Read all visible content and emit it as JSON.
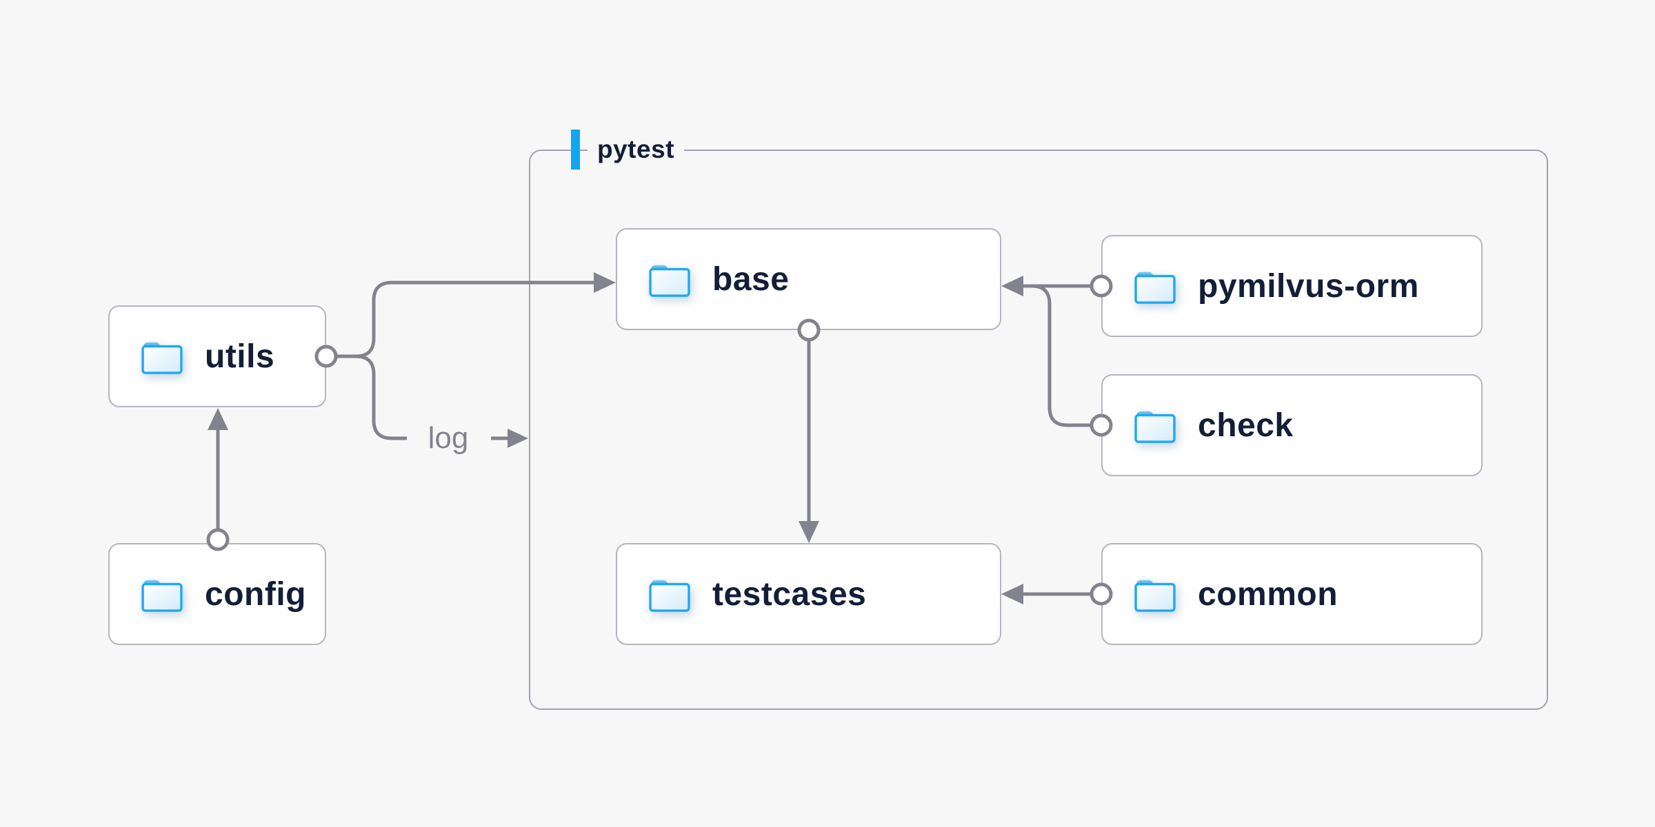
{
  "container": {
    "label": "pytest"
  },
  "nodes": {
    "utils": {
      "label": "utils"
    },
    "config": {
      "label": "config"
    },
    "base": {
      "label": "base"
    },
    "testcases": {
      "label": "testcases"
    },
    "pymilvus_orm": {
      "label": "pymilvus-orm"
    },
    "check": {
      "label": "check"
    },
    "common": {
      "label": "common"
    }
  },
  "edge_labels": {
    "log": "log"
  },
  "edges": [
    {
      "from": "config",
      "to": "utils"
    },
    {
      "from": "utils",
      "to": "base"
    },
    {
      "from": "utils",
      "to": "pytest",
      "label": "log"
    },
    {
      "from": "base",
      "to": "testcases"
    },
    {
      "from": "pymilvus-orm",
      "to": "base"
    },
    {
      "from": "check",
      "to": "base"
    },
    {
      "from": "common",
      "to": "testcases"
    }
  ],
  "icons": {
    "node_icon": "folder-icon"
  },
  "colors": {
    "background": "#f7f7f8",
    "node_background": "#ffffff",
    "node_border": "#b5b5c0",
    "container_border": "#a2a2ae",
    "connector_gray": "#83838d",
    "text_dark": "#131e38",
    "text_muted": "#83838d",
    "accent_blue": "#10a6f2",
    "folder_blue": "#1ca9f3"
  }
}
